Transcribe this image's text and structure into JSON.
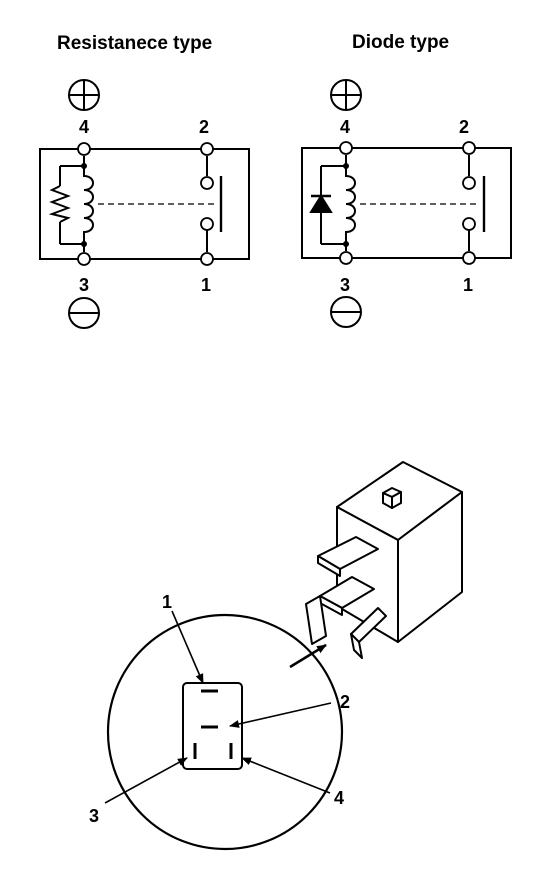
{
  "diagrams": {
    "resistance": {
      "title": "Resistanece type",
      "pins": {
        "top_left": "4",
        "top_right": "2",
        "bottom_left": "3",
        "bottom_right": "1"
      }
    },
    "diode": {
      "title": "Diode type",
      "pins": {
        "top_left": "4",
        "top_right": "2",
        "bottom_left": "3",
        "bottom_right": "1"
      }
    }
  },
  "connector": {
    "callouts": [
      "1",
      "2",
      "3",
      "4"
    ]
  },
  "icons": [
    "plus-terminal-icon",
    "minus-terminal-icon",
    "relay-body-icon",
    "arrow-icon"
  ]
}
